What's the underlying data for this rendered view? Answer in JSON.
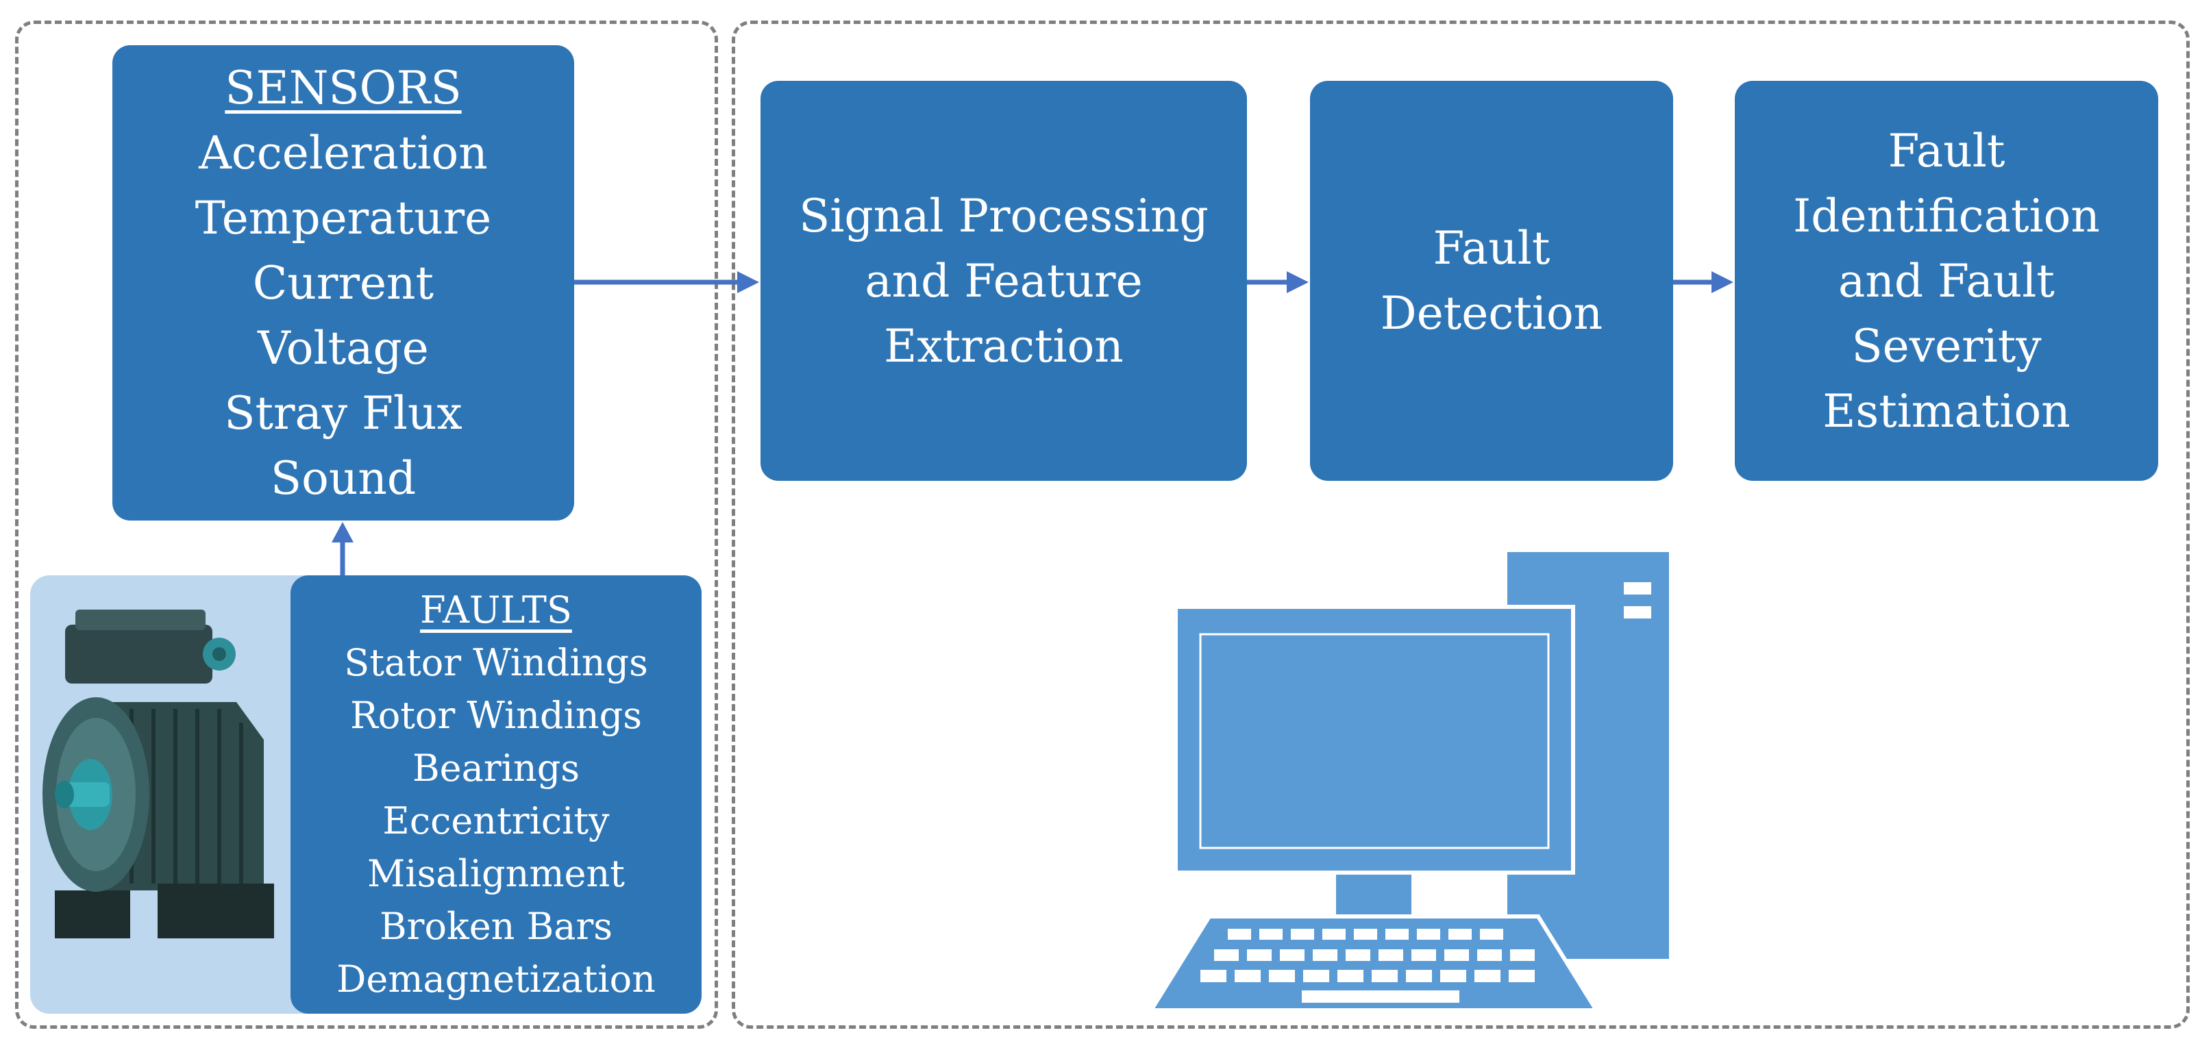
{
  "sensors": {
    "heading": "SENSORS",
    "items": [
      "Acceleration",
      "Temperature",
      "Current",
      "Voltage",
      "Stray Flux",
      "Sound"
    ]
  },
  "faults": {
    "heading": "FAULTS",
    "items": [
      "Stator Windings",
      "Rotor Windings",
      "Bearings",
      "Eccentricity",
      "Misalignment",
      "Broken Bars",
      "Demagnetization"
    ]
  },
  "pipeline": {
    "signal_processing": [
      "Signal Processing",
      "and Feature",
      "Extraction"
    ],
    "fault_detection": [
      "Fault",
      "Detection"
    ],
    "fault_identification": [
      "Fault",
      "Identification",
      "and Fault",
      "Severity",
      "Estimation"
    ]
  },
  "icons": {
    "motor": "electric-motor-icon",
    "computer": "desktop-computer-icon"
  },
  "colors": {
    "box_fill": "#2e75b6",
    "panel_fill": "#bdd7ee",
    "arrow": "#4472c4",
    "computer_fill": "#5b9bd5",
    "border": "#7f7f7f"
  }
}
